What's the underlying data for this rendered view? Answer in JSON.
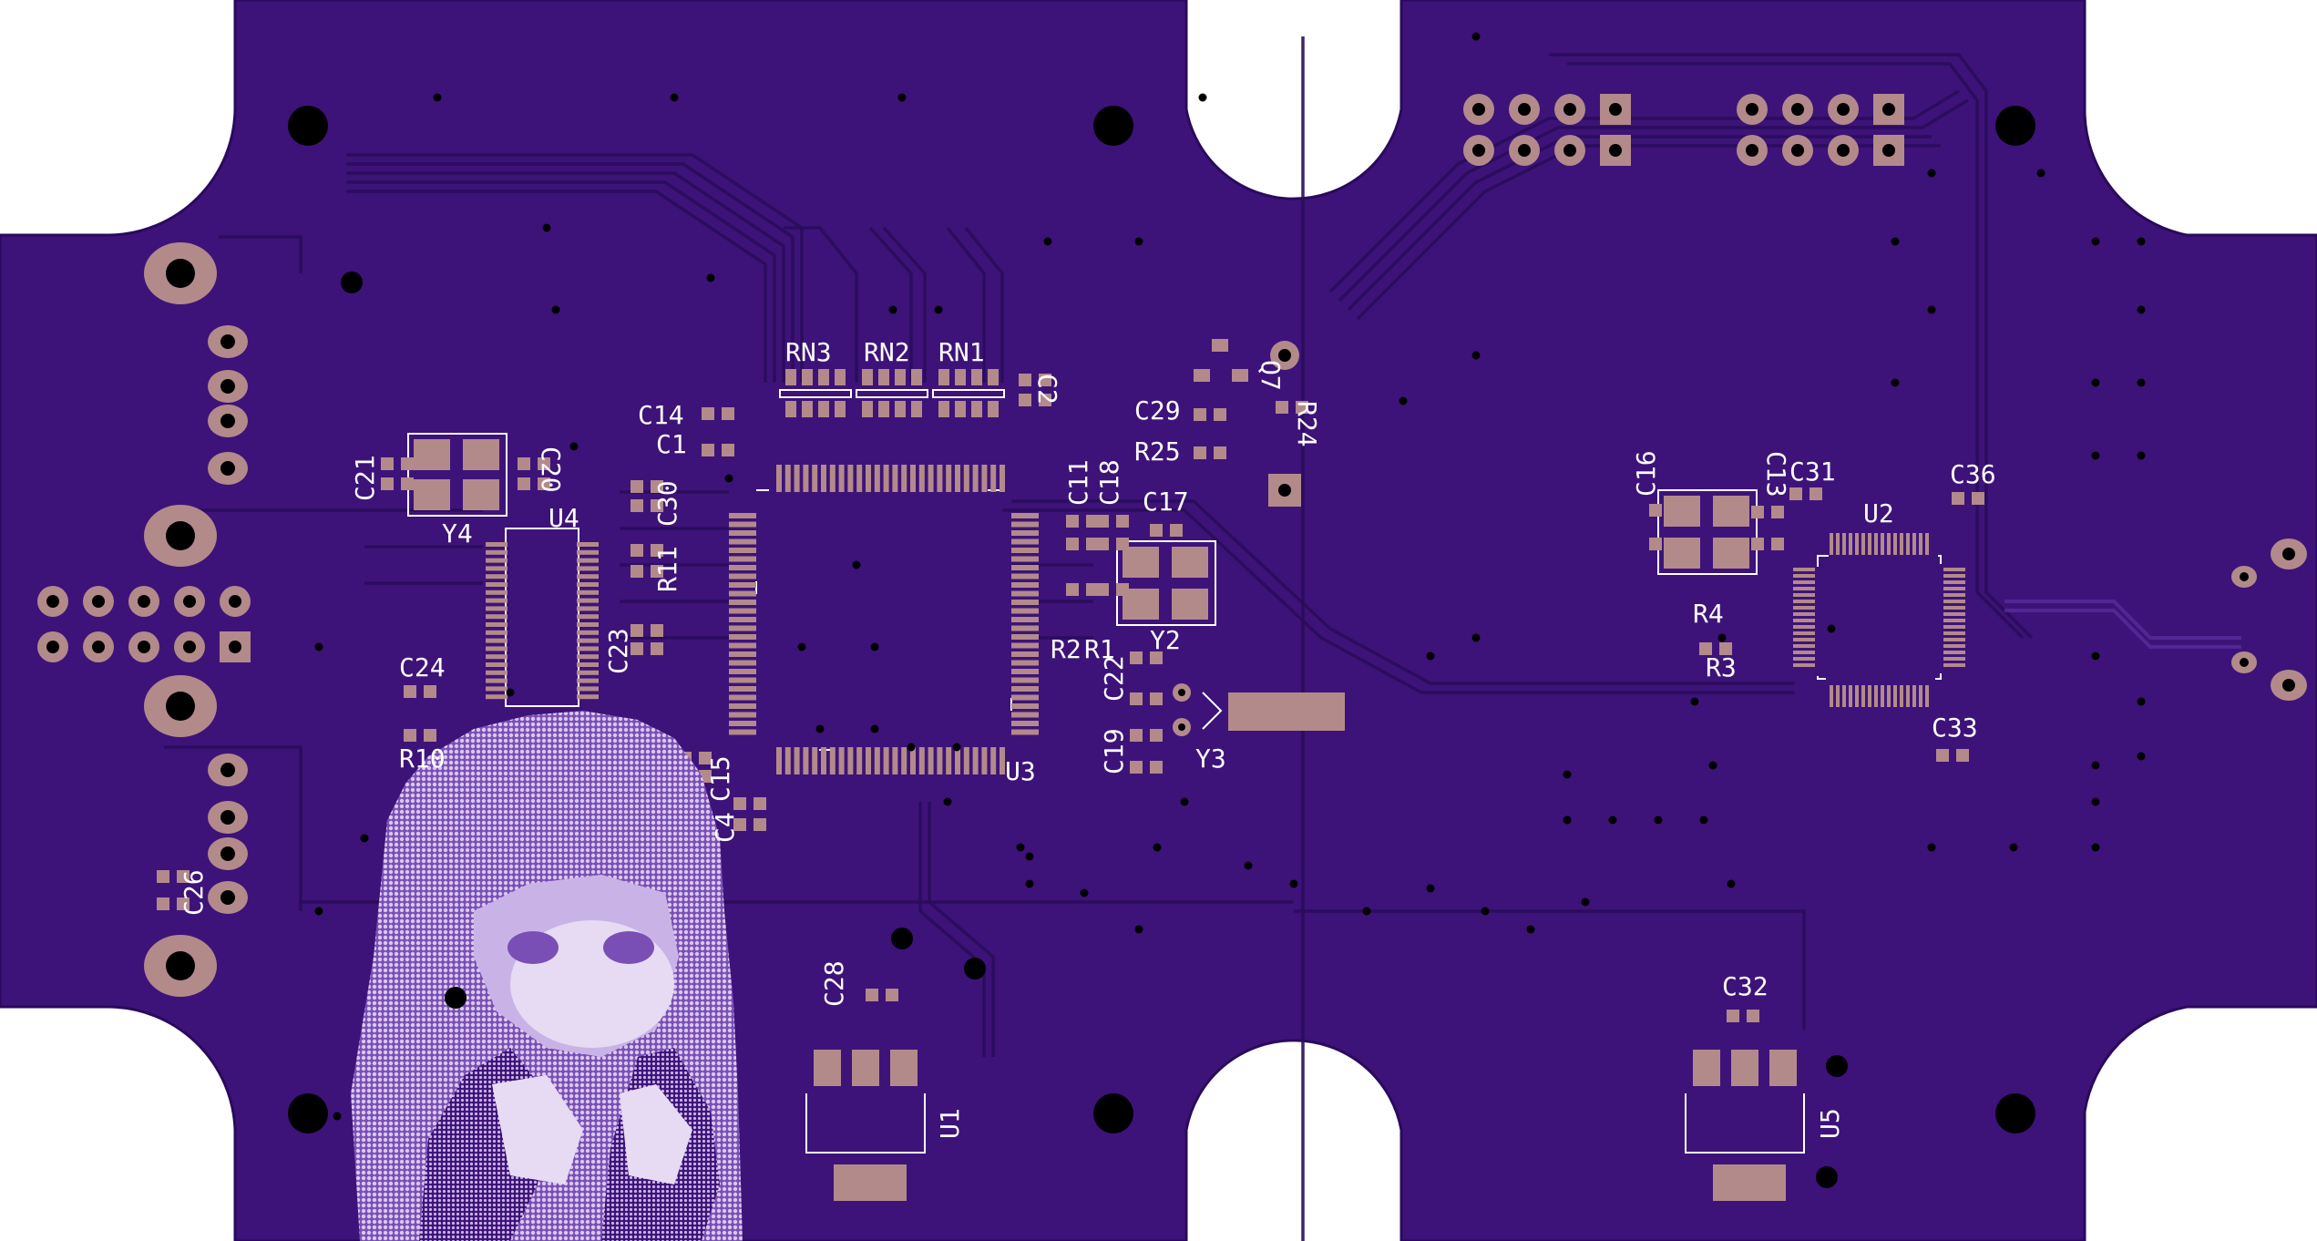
{
  "colors": {
    "board": "#3d1379",
    "board_edge": "#2a0a5c",
    "pad": "#b38a8a",
    "silk": "#ffffff",
    "hole": "#000000",
    "background": "#ffffff"
  },
  "labels": {
    "RN3": "RN3",
    "RN2": "RN2",
    "RN1": "RN1",
    "C2": "C2",
    "C14": "C14",
    "C1": "C1",
    "C21": "C21",
    "C20": "C20",
    "Y4": "Y4",
    "U4": "U4",
    "C30": "C30",
    "R11": "R11",
    "C23": "C23",
    "C24": "C24",
    "R10": "R10",
    "C26": "C26",
    "C15": "C15",
    "C4": "C4",
    "U3": "U3",
    "C11": "C11",
    "C18": "C18",
    "C17": "C17",
    "R2": "R2",
    "R1": "R1",
    "Y2": "Y2",
    "C22": "C22",
    "C19": "C19",
    "Y3": "Y3",
    "C29": "C29",
    "R25": "R25",
    "Q7": "Q7",
    "R24": "R24",
    "C28": "C28",
    "U1": "U1",
    "C16": "C16",
    "C13": "C13",
    "C31": "C31",
    "C36": "C36",
    "U2": "U2",
    "R4": "R4",
    "R3": "R3",
    "C33": "C33",
    "C32": "C32",
    "U5": "U5"
  },
  "artwork": {
    "name": "anime-girl-silkscreen-image"
  }
}
